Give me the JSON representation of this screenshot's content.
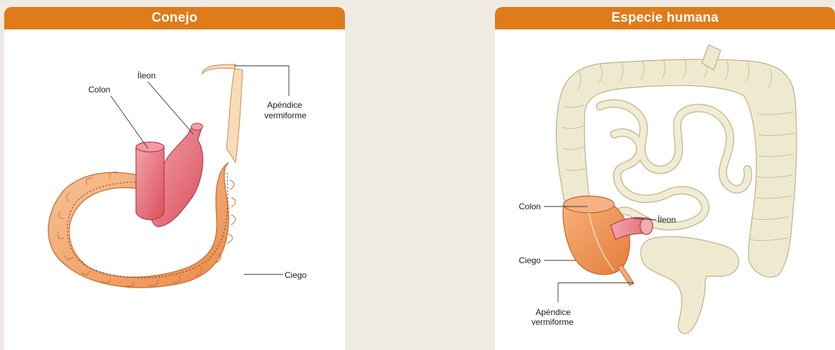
{
  "panels": {
    "left": {
      "title": "Conejo",
      "labels": {
        "colon": "Colon",
        "ileon": "Íleon",
        "apendice_1": "Apéndice",
        "apendice_2": "vermiforme",
        "ciego": "Ciego"
      }
    },
    "right": {
      "title": "Especie humana",
      "labels": {
        "colon": "Colon",
        "ileon": "Íleon",
        "ciego": "Ciego",
        "apendice_1": "Apéndice",
        "apendice_2": "vermiforme"
      }
    }
  },
  "colors": {
    "header": "#e07b1a",
    "background": "#efebe3",
    "caecum": "#f2a35f",
    "colon_pink": "#e8707a",
    "intestine_cream": "#eeead0"
  }
}
